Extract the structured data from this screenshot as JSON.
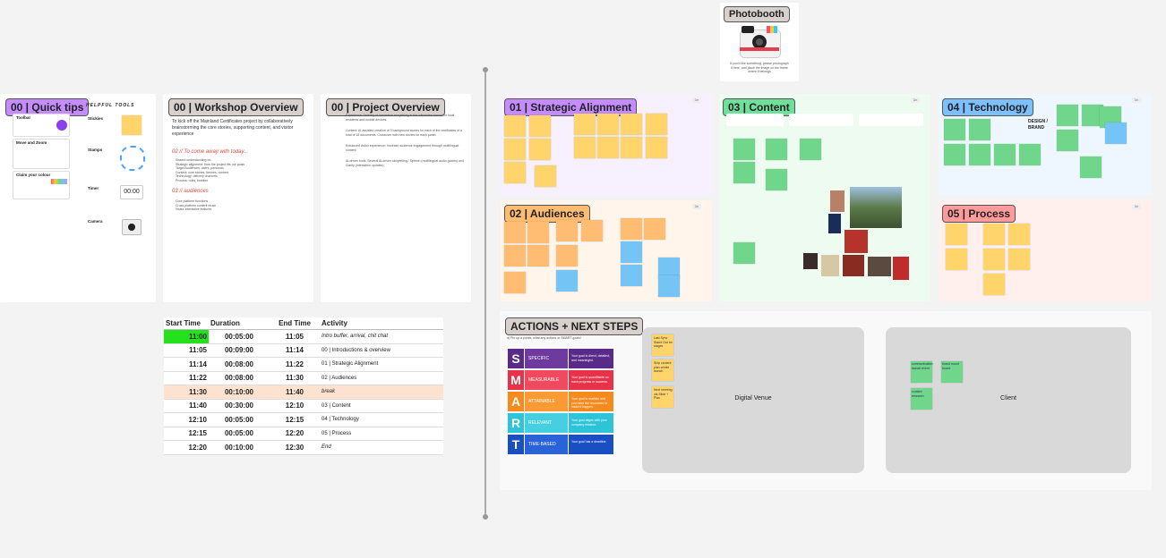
{
  "photobooth": {
    "title": "Photobooth",
    "caption": "If you'd like something, please photograph it here, and place the image on the frame where it belongs"
  },
  "quick_tips": {
    "title": "00 | Quick tips",
    "helpful_tools": "HELPFUL TOOLS",
    "items": [
      "Toolbar",
      "Move and Zoom",
      "Claim your colour"
    ],
    "tools": [
      "Stickies",
      "Stamps",
      "Timer",
      "Camera"
    ],
    "timer_value": "00:00"
  },
  "workshop": {
    "title": "00 | Workshop Overview",
    "intro": "To kick off the Mainland Certificates project by collaboratively brainstorming the core stories, supporting content, and visitor experience",
    "h1": "02 // To come away with today...",
    "h2": "03 // audiences",
    "b1": [
      "Shared understanding on:",
      "Strategic alignment: How the project fits our goals",
      "Target Audiences: users, personas",
      "Content: core stories, themes, content",
      "Technology: delivery channels",
      "Process: roles, timeline"
    ],
    "b2": [
      "Core platform functions",
      "Cross-platform content reuse",
      "Visitor interactive features"
    ]
  },
  "project": {
    "title": "00 | Project Overview",
    "paras": [
      "Experience: Delivery of immersive storytelling in the interactive format for local residents and mobile devices.",
      "Content: AI-assisted creation of 3 background stories for each of the certificates of a total of 18 documents. Crossover with new stories for each panel.",
      "Enhanced visitor experience: Increase audience engagement through multilingual content.",
      "AI-driven tools: Several AI-driven storytelling / Speech (multilingual audio guides) and Clarity (interactive updates)."
    ]
  },
  "schedule": {
    "headers": [
      "Start Time",
      "Duration",
      "End Time",
      "Activity"
    ],
    "rows": [
      [
        "11:00",
        "00:05:00",
        "11:05",
        "Intro buffer, arrival, chit chat"
      ],
      [
        "11:05",
        "00:09:00",
        "11:14",
        "00 | Introductions & overview"
      ],
      [
        "11:14",
        "00:08:00",
        "11:22",
        "01 | Strategic Alignment"
      ],
      [
        "11:22",
        "00:08:00",
        "11:30",
        "02 | Audiences"
      ],
      [
        "11:30",
        "00:10:00",
        "11:40",
        "break"
      ],
      [
        "11:40",
        "00:30:00",
        "12:10",
        "03 | Content"
      ],
      [
        "12:10",
        "00:05:00",
        "12:15",
        "04 | Technology"
      ],
      [
        "12:15",
        "00:05:00",
        "12:20",
        "05 | Process"
      ],
      [
        "12:20",
        "00:10:00",
        "12:30",
        "End"
      ]
    ]
  },
  "sections": {
    "strategic": "01 | Strategic Alignment",
    "audiences": "02 | Audiences",
    "content": "03 | Content",
    "technology": "04 | Technology",
    "process": "05 | Process",
    "design_brand": "DESIGN / BRAND"
  },
  "actions": {
    "title": "ACTIONS + NEXT STEPS",
    "subtitle": "a) Pin up a points, what any actions or SMART goals!",
    "smart": [
      {
        "letter": "S",
        "word": "SPECIFIC",
        "desc": "Your goal is direct, detailed, and meaningful."
      },
      {
        "letter": "M",
        "word": "MEASURABLE",
        "desc": "Your goal is quantifiable so track progress or success."
      },
      {
        "letter": "A",
        "word": "ATTAINABLE",
        "desc": "Your goal is realistic and you have the resources to make it happen."
      },
      {
        "letter": "R",
        "word": "RELEVANT",
        "desc": "Your goal aligns with your company mission."
      },
      {
        "letter": "T",
        "word": "TIME-BASED",
        "desc": "Your goal has a deadline."
      }
    ],
    "actions_notes": [
      "Last Sync Stand Out for stages",
      "Ship content plan create launch",
      "Next meeting via Slide + Plan"
    ],
    "digital_venue": "Digital Venue",
    "client": "Client",
    "client_notes": [
      "communication launch event",
      "brand mood board",
      "content research"
    ]
  },
  "colors": {
    "strategic": "#c48cff",
    "content": "#6fe09a",
    "technology": "#7cc0ff",
    "process": "#ff9b9b",
    "schedule_green": "#23e21b"
  }
}
